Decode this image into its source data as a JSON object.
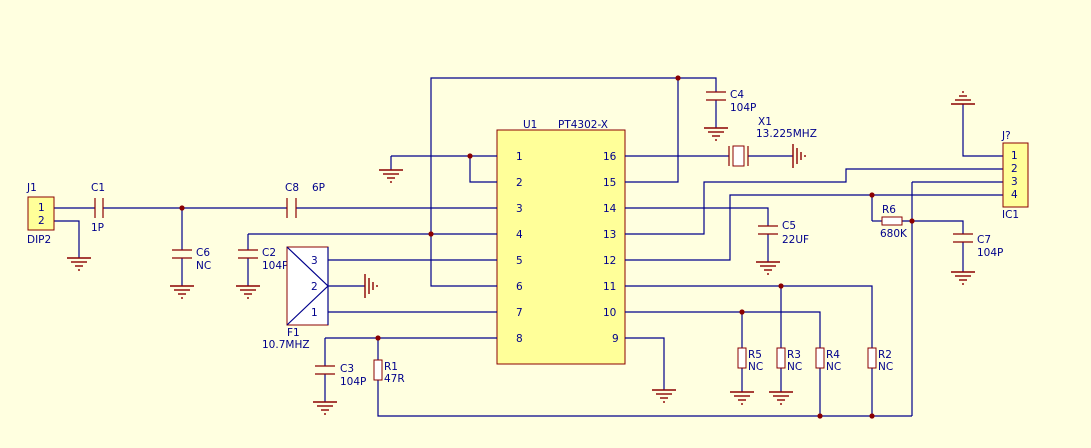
{
  "ic": {
    "ref": "U1",
    "part": "PT4302-X",
    "left_pins": [
      "1",
      "2",
      "3",
      "4",
      "5",
      "6",
      "7",
      "8"
    ],
    "right_pins": [
      "16",
      "15",
      "14",
      "13",
      "12",
      "11",
      "10",
      "9"
    ]
  },
  "j1": {
    "ref": "J1",
    "name": "DIP2",
    "pins": [
      "1",
      "2"
    ]
  },
  "jq": {
    "ref": "J?",
    "name": "IC1",
    "pins": [
      "1",
      "2",
      "3",
      "4"
    ]
  },
  "f1": {
    "ref": "F1",
    "value": "10.7MHZ",
    "pins": [
      "3",
      "2",
      "1"
    ]
  },
  "x1": {
    "ref": "X1",
    "value": "13.225MHZ"
  },
  "c1": {
    "ref": "C1",
    "value": "1P"
  },
  "c2": {
    "ref": "C2",
    "value": "104P"
  },
  "c3": {
    "ref": "C3",
    "value": "104P"
  },
  "c4": {
    "ref": "C4",
    "value": "104P"
  },
  "c5": {
    "ref": "C5",
    "value": "22UF"
  },
  "c6": {
    "ref": "C6",
    "value": "NC"
  },
  "c7": {
    "ref": "C7",
    "value": "104P"
  },
  "c8": {
    "ref": "C8",
    "value": "6P"
  },
  "r1": {
    "ref": "R1",
    "value": "47R"
  },
  "r2": {
    "ref": "R2",
    "value": "NC"
  },
  "r3": {
    "ref": "R3",
    "value": "NC"
  },
  "r4": {
    "ref": "R4",
    "value": "NC"
  },
  "r5": {
    "ref": "R5",
    "value": "NC"
  },
  "r6": {
    "ref": "R6",
    "value": "680K"
  }
}
